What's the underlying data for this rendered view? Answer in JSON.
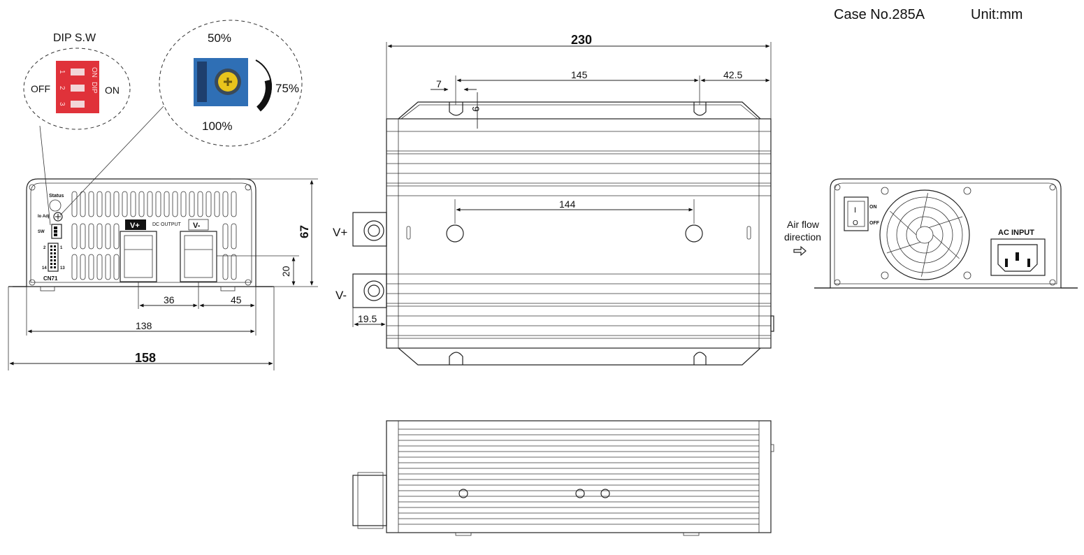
{
  "header": {
    "case_no": "Case No.285A",
    "unit": "Unit:mm"
  },
  "dip_callout": {
    "title": "DIP S.W",
    "off": "OFF",
    "on": "ON",
    "switch_marks": [
      "ON",
      "DIP",
      "1",
      "2",
      "3"
    ],
    "color": "#e0323a"
  },
  "pot_callout": {
    "p50": "50%",
    "p75": "75%",
    "p100": "100%",
    "pot_color": "#2f6fb5",
    "knob_color": "#e8c41c"
  },
  "front": {
    "status": "Status",
    "io_adj": "Io Adj",
    "sw": "SW",
    "vplus": "V+",
    "vminus": "V-",
    "dc_output": "DC OUTPUT",
    "cn71": "CN71",
    "pin2": "2",
    "pin1": "1",
    "pin14": "14",
    "pin13": "13"
  },
  "front_dims": {
    "w158": "158",
    "w138": "138",
    "d36": "36",
    "d45": "45",
    "h67": "67",
    "h20": "20"
  },
  "top_dims": {
    "l230": "230",
    "l145": "145",
    "l42_5": "42.5",
    "l7": "7",
    "l9": "9",
    "l144": "144",
    "l19_5": "19.5"
  },
  "top_view": {
    "vplus": "V+",
    "vminus": "V-"
  },
  "rear": {
    "airflow_line1": "Air flow",
    "airflow_line2": "direction",
    "on": "ON",
    "off": "OFF",
    "switch_i": "I",
    "switch_o": "O",
    "ac_input": "AC INPUT"
  }
}
